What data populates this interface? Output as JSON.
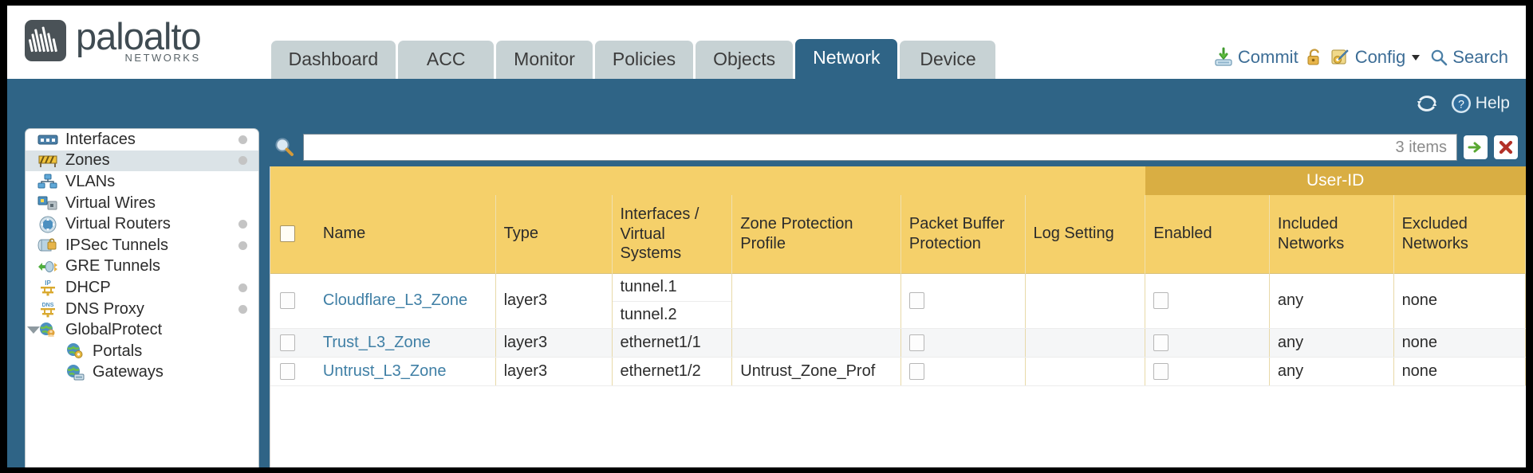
{
  "brand": {
    "name": "paloalto",
    "tagline": "NETWORKS"
  },
  "header": {
    "tabs": [
      {
        "label": "Dashboard",
        "active": false
      },
      {
        "label": "ACC",
        "active": false
      },
      {
        "label": "Monitor",
        "active": false
      },
      {
        "label": "Policies",
        "active": false
      },
      {
        "label": "Objects",
        "active": false
      },
      {
        "label": "Network",
        "active": true
      },
      {
        "label": "Device",
        "active": false
      }
    ],
    "actions": {
      "commit": "Commit",
      "lock": "",
      "config": "Config",
      "search": "Search"
    }
  },
  "toolbar": {
    "help": "Help"
  },
  "sidebar": {
    "items": [
      {
        "label": "Interfaces",
        "icon": "interfaces-icon",
        "dot": true,
        "selected": false,
        "child": false,
        "caret": false
      },
      {
        "label": "Zones",
        "icon": "zones-icon",
        "dot": true,
        "selected": true,
        "child": false,
        "caret": false
      },
      {
        "label": "VLANs",
        "icon": "vlans-icon",
        "dot": false,
        "selected": false,
        "child": false,
        "caret": false
      },
      {
        "label": "Virtual Wires",
        "icon": "virtual-wires-icon",
        "dot": false,
        "selected": false,
        "child": false,
        "caret": false
      },
      {
        "label": "Virtual Routers",
        "icon": "virtual-routers-icon",
        "dot": true,
        "selected": false,
        "child": false,
        "caret": false
      },
      {
        "label": "IPSec Tunnels",
        "icon": "ipsec-tunnels-icon",
        "dot": true,
        "selected": false,
        "child": false,
        "caret": false
      },
      {
        "label": "GRE Tunnels",
        "icon": "gre-tunnels-icon",
        "dot": false,
        "selected": false,
        "child": false,
        "caret": false
      },
      {
        "label": "DHCP",
        "icon": "dhcp-icon",
        "dot": true,
        "selected": false,
        "child": false,
        "caret": false
      },
      {
        "label": "DNS Proxy",
        "icon": "dns-proxy-icon",
        "dot": true,
        "selected": false,
        "child": false,
        "caret": false
      },
      {
        "label": "GlobalProtect",
        "icon": "globalprotect-icon",
        "dot": false,
        "selected": false,
        "child": false,
        "caret": true
      },
      {
        "label": "Portals",
        "icon": "portals-icon",
        "dot": false,
        "selected": false,
        "child": true,
        "caret": false
      },
      {
        "label": "Gateways",
        "icon": "gateways-icon",
        "dot": false,
        "selected": false,
        "child": true,
        "caret": false
      }
    ]
  },
  "search": {
    "value": "",
    "placeholder": "",
    "item_count": "3 items"
  },
  "table": {
    "group_header": "User-ID",
    "columns": [
      "Name",
      "Type",
      "Interfaces / Virtual Systems",
      "Zone Protection Profile",
      "Packet Buffer Protection",
      "Log Setting",
      "Enabled",
      "Included Networks",
      "Excluded Networks"
    ],
    "columns_multiline": {
      "interfaces": [
        "Interfaces /",
        "Virtual",
        "Systems"
      ],
      "zone_protection": [
        "Zone Protection",
        "Profile"
      ],
      "packet_buffer": [
        "Packet Buffer",
        "Protection"
      ],
      "included": [
        "Included",
        "Networks"
      ],
      "excluded": [
        "Excluded",
        "Networks"
      ]
    },
    "rows": [
      {
        "selected": false,
        "name": "Cloudflare_L3_Zone",
        "type": "layer3",
        "interfaces": [
          "tunnel.1",
          "tunnel.2"
        ],
        "zone_protection_profile": "",
        "packet_buffer_protection": false,
        "log_setting": "",
        "userid_enabled": false,
        "included_networks": "any",
        "excluded_networks": "none"
      },
      {
        "selected": false,
        "name": "Trust_L3_Zone",
        "type": "layer3",
        "interfaces": [
          "ethernet1/1"
        ],
        "zone_protection_profile": "",
        "packet_buffer_protection": false,
        "log_setting": "",
        "userid_enabled": false,
        "included_networks": "any",
        "excluded_networks": "none"
      },
      {
        "selected": false,
        "name": "Untrust_L3_Zone",
        "type": "layer3",
        "interfaces": [
          "ethernet1/2"
        ],
        "zone_protection_profile": "Untrust_Zone_Prof",
        "packet_buffer_protection": false,
        "log_setting": "",
        "userid_enabled": false,
        "included_networks": "any",
        "excluded_networks": "none"
      }
    ]
  },
  "colors": {
    "brand_blue": "#2f6486",
    "tab_inactive": "#c7d2d4",
    "header_amber": "#f5d06a",
    "userid_gold": "#d9ae43",
    "link_blue": "#3f7fa5"
  }
}
